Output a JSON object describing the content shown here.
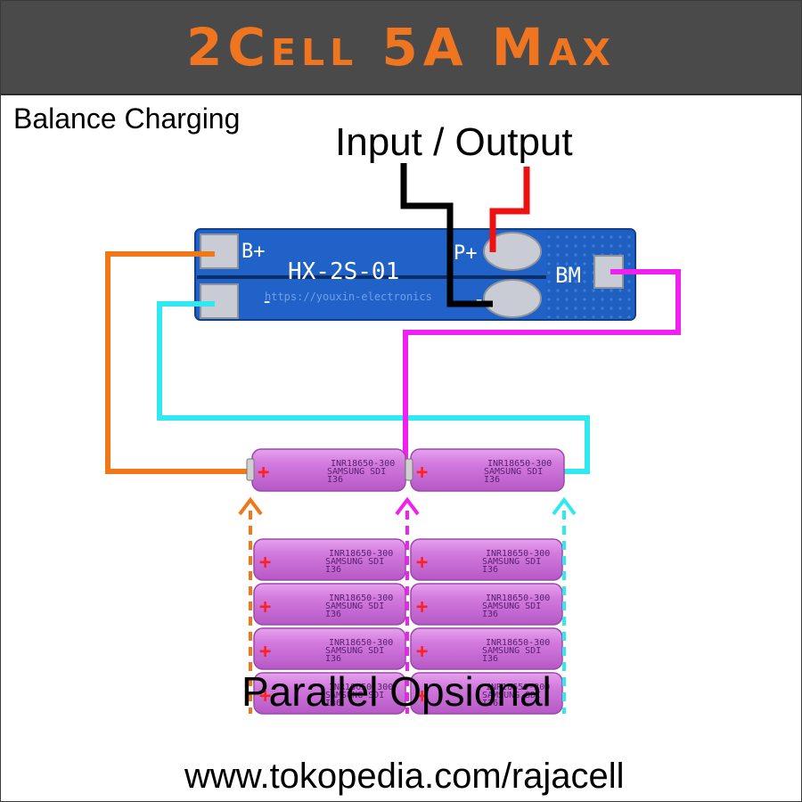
{
  "header": {
    "title": "2Cell 5A Max"
  },
  "subtitle": "Balance Charging",
  "io_label": "Input / Output",
  "board": {
    "model": "HX-2S-01",
    "pad_bplus": "B+",
    "pad_bminus": "-",
    "pad_pplus": "P+",
    "pad_pminus": "-",
    "pad_bm": "BM",
    "watermark": "https://youxin-electronics"
  },
  "cell": {
    "line1": "INR18650-300",
    "line2": "SAMSUNG  SDI",
    "line3": "I36",
    "plus": "+"
  },
  "parallel_label": "Parallel Opsional",
  "footer_url": "www.tokopedia.com/rajacell",
  "wire_colors": {
    "b_plus": "#f07818",
    "b_minus": "#30e8f0",
    "bm": "#f020f0",
    "p_plus": "#ee1111",
    "p_minus": "#000000"
  }
}
